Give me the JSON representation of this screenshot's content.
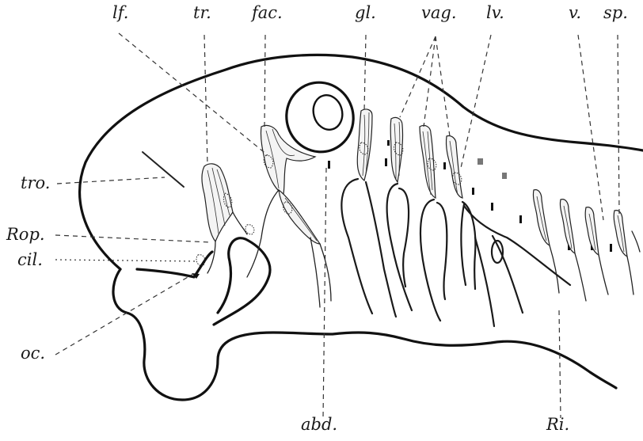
{
  "labels": {
    "lf": "lf.",
    "tr": "tr.",
    "fac": "fac.",
    "gl": "gl.",
    "vag": "vag.",
    "lv": "lv.",
    "v": "v.",
    "sp": "sp.",
    "tro": "tro.",
    "rop": "Rop.",
    "cil": "cil.",
    "oc": "oc.",
    "abd": "abd.",
    "ri": "Ri."
  }
}
